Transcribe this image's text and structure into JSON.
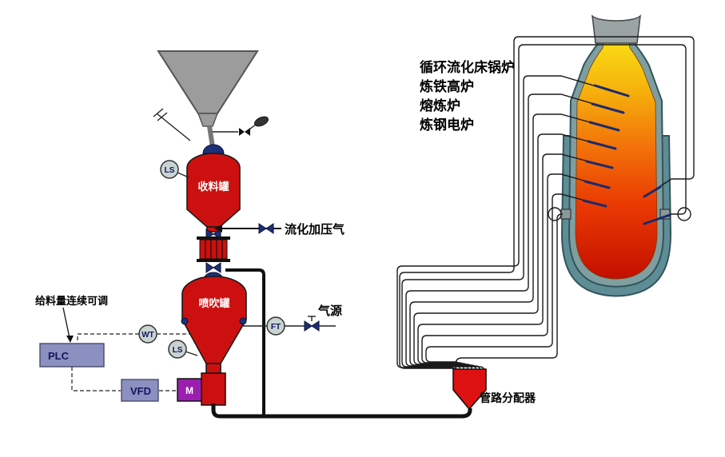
{
  "diagram": {
    "vessels": {
      "receiving_tank": "收料罐",
      "blowing_tank": "喷吹罐"
    },
    "instruments": {
      "ls_top": "LS",
      "ls_bottom": "LS",
      "wt": "WT",
      "ft": "FT"
    },
    "control": {
      "plc": "PLC",
      "vfd": "VFD",
      "motor": "M"
    },
    "labels": {
      "fluidizing_gas": "流化加压气",
      "gas_source": "气源",
      "feed_note": "给料量连续可调",
      "distributor": "管路分配器"
    },
    "applications": [
      "循环流化床锅炉",
      "炼铁高炉",
      "熔炼炉",
      "炼钢电炉"
    ],
    "colors": {
      "vessel_red": "#cc1010",
      "valve_navy": "#1c2f7a",
      "hopper_gray": "#9c9c9c",
      "control_box": "#8b90c0",
      "motor_purple": "#9b1fae",
      "furnace_shell": "#7f9ea0",
      "flame_yellow": "#f9e516",
      "flame_orange": "#f3770a",
      "flame_red": "#c40f00"
    }
  }
}
